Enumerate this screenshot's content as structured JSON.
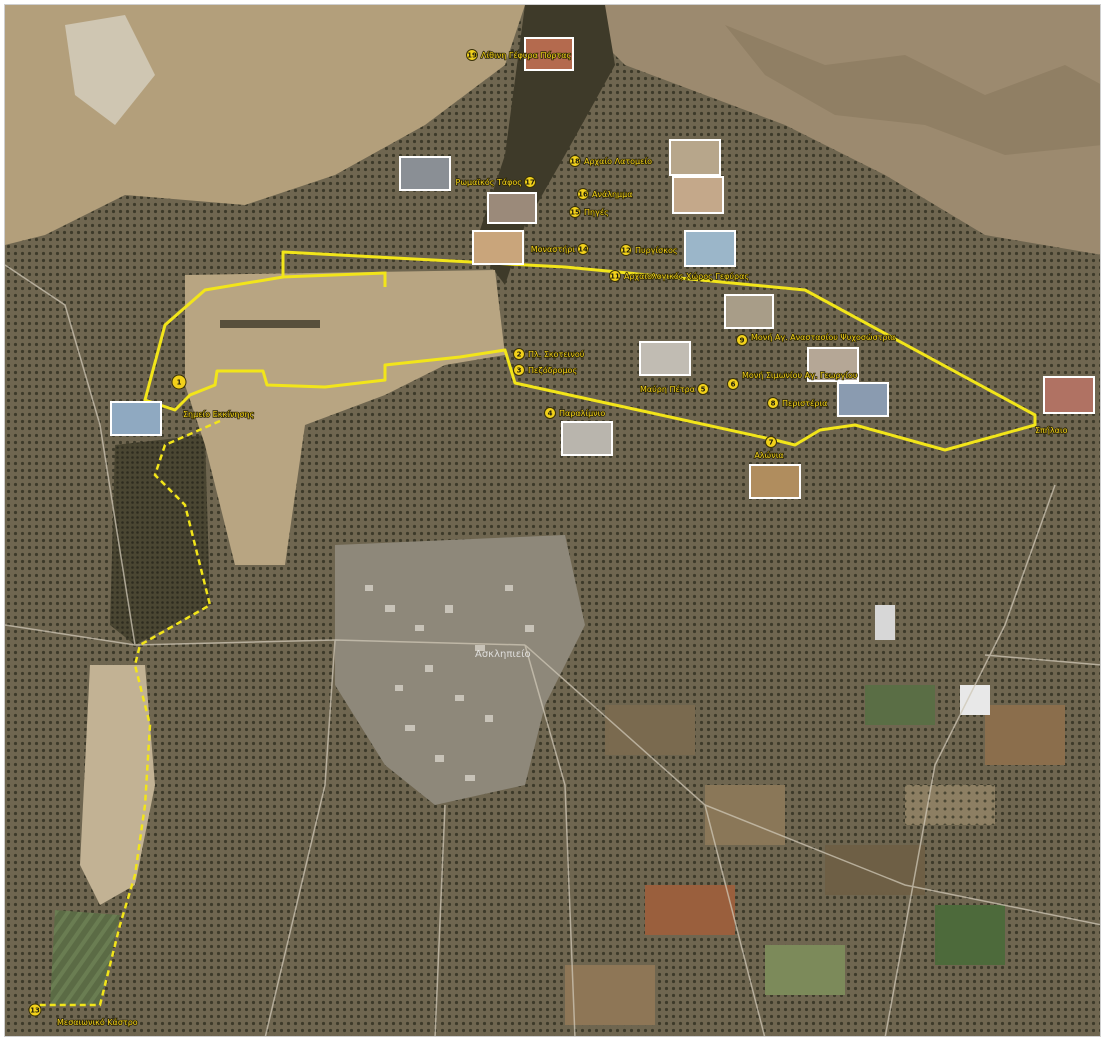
{
  "map": {
    "village_label": "Ασκληπιείο",
    "colors": {
      "route": "#f2e51a",
      "label_text": "#f3d21a",
      "marker_fill": "#f2d11a",
      "marker_stroke": "#3a3208",
      "terrain_base": "#7d6f55",
      "field_dark": "#4e4a35",
      "field_light": "#b29f7c",
      "field_green": "#4c6a3c",
      "village": "#a9a59d",
      "mountain": "#a08e73"
    },
    "markers": [
      {
        "id": "1",
        "label": ""
      },
      {
        "id": "2",
        "label": "Πλ. Σκοτεινού"
      },
      {
        "id": "3",
        "label": "Πεζόδρομος"
      },
      {
        "id": "4",
        "label": "Παραλίμνιο"
      },
      {
        "id": "5",
        "label": "Μαύρη Πέτρα"
      },
      {
        "id": "6",
        "label": "Μονή Σιμωνίου Αγ. Γεωργίου"
      },
      {
        "id": "7",
        "label": "Αλώνια"
      },
      {
        "id": "8",
        "label": "Περιστέρια"
      },
      {
        "id": "9",
        "label": "Μονή Αγ. Αναστασίου Ψυχοσώστρια"
      },
      {
        "id": "11",
        "label": "Αρχαιολογικός Χώρος Γεφύρας"
      },
      {
        "id": "12",
        "label": "Πυργίσκος"
      },
      {
        "id": "13",
        "label": "Μεσοαιωνικό Κάστρο"
      },
      {
        "id": "14",
        "label": "Μοναστήρι"
      },
      {
        "id": "15",
        "label": "Πηγές"
      },
      {
        "id": "16",
        "label": "Ανάλημμα"
      },
      {
        "id": "17",
        "label": "Ρωμαϊκός Τάφος"
      },
      {
        "id": "18",
        "label": "Αρχαίο Λατομείο"
      },
      {
        "id": "19",
        "label": "Λίθινη Γέφυρα Πόρτας"
      }
    ],
    "free_labels": [
      {
        "id": "start",
        "label": "Σημείο Εκκίνησης"
      },
      {
        "id": "end",
        "label": "Μεσαιωνικό Κάστρο"
      },
      {
        "id": "east",
        "label": "Σπήλαιο"
      }
    ]
  }
}
